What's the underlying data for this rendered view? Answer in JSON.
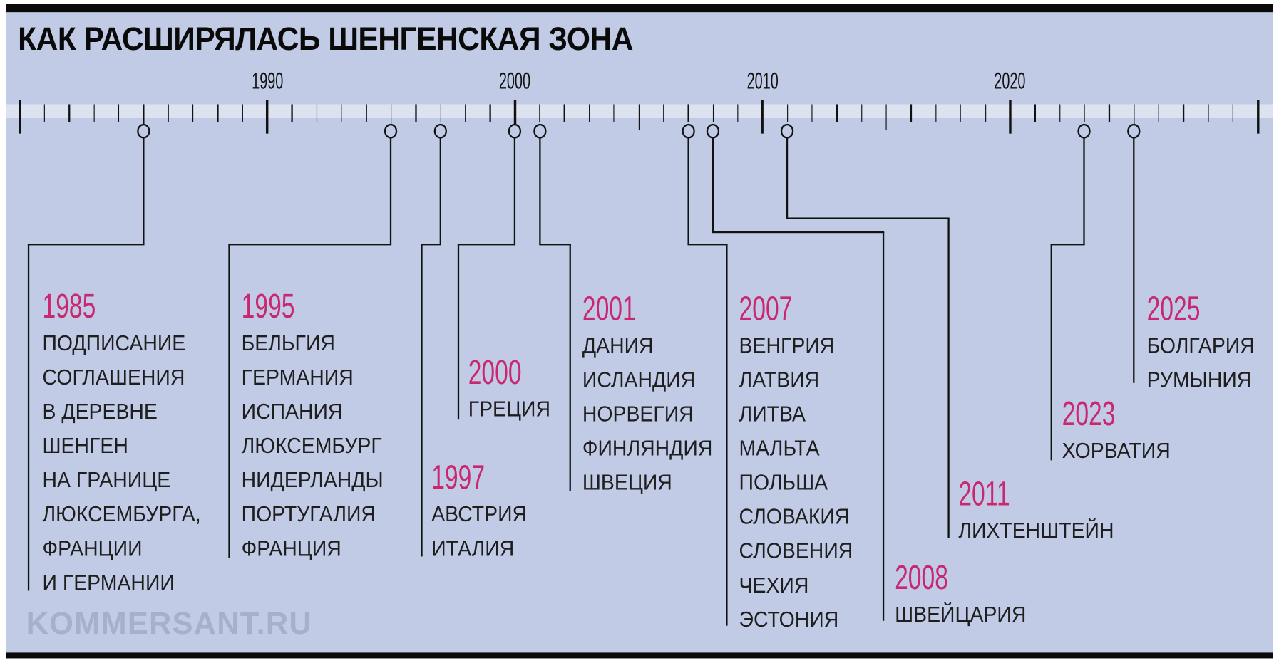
{
  "title": "КАК РАСШИРЯЛАСЬ ШЕНГЕНСКАЯ ЗОНА",
  "axis": {
    "start": 1980,
    "end": 2030,
    "labels": [
      "1990",
      "2000",
      "2010",
      "2020"
    ]
  },
  "events": [
    {
      "year": "1985",
      "items": [
        "ПОДПИСАНИЕ",
        "СОГЛАШЕНИЯ",
        "В ДЕРЕВНЕ",
        "ШЕНГЕН",
        "НА ГРАНИЦЕ",
        "ЛЮКСЕМБУРГА,",
        "ФРАНЦИИ",
        "И ГЕРМАНИИ"
      ]
    },
    {
      "year": "1995",
      "items": [
        "БЕЛЬГИЯ",
        "ГЕРМАНИЯ",
        "ИСПАНИЯ",
        "ЛЮКСЕМБУРГ",
        "НИДЕРЛАНДЫ",
        "ПОРТУГАЛИЯ",
        "ФРАНЦИЯ"
      ]
    },
    {
      "year": "1997",
      "items": [
        "АВСТРИЯ",
        "ИТАЛИЯ"
      ]
    },
    {
      "year": "2000",
      "items": [
        "ГРЕЦИЯ"
      ]
    },
    {
      "year": "2001",
      "items": [
        "ДАНИЯ",
        "ИСЛАНДИЯ",
        "НОРВЕГИЯ",
        "ФИНЛЯНДИЯ",
        "ШВЕЦИЯ"
      ]
    },
    {
      "year": "2007",
      "items": [
        "ВЕНГРИЯ",
        "ЛАТВИЯ",
        "ЛИТВА",
        "МАЛЬТА",
        "ПОЛЬША",
        "СЛОВАКИЯ",
        "СЛОВЕНИЯ",
        "ЧЕХИЯ",
        "ЭСТОНИЯ"
      ]
    },
    {
      "year": "2008",
      "items": [
        "ШВЕЙЦАРИЯ"
      ]
    },
    {
      "year": "2011",
      "items": [
        "ЛИХТЕНШТЕЙН"
      ]
    },
    {
      "year": "2023",
      "items": [
        "ХОРВАТИЯ"
      ]
    },
    {
      "year": "2025",
      "items": [
        "БОЛГАРИЯ",
        "РУМЫНИЯ"
      ]
    }
  ],
  "watermark": "KOMMERSANT.RU",
  "colors": {
    "background": "#c1cbe6",
    "band": "#dde2f1",
    "year": "#c8286f"
  }
}
